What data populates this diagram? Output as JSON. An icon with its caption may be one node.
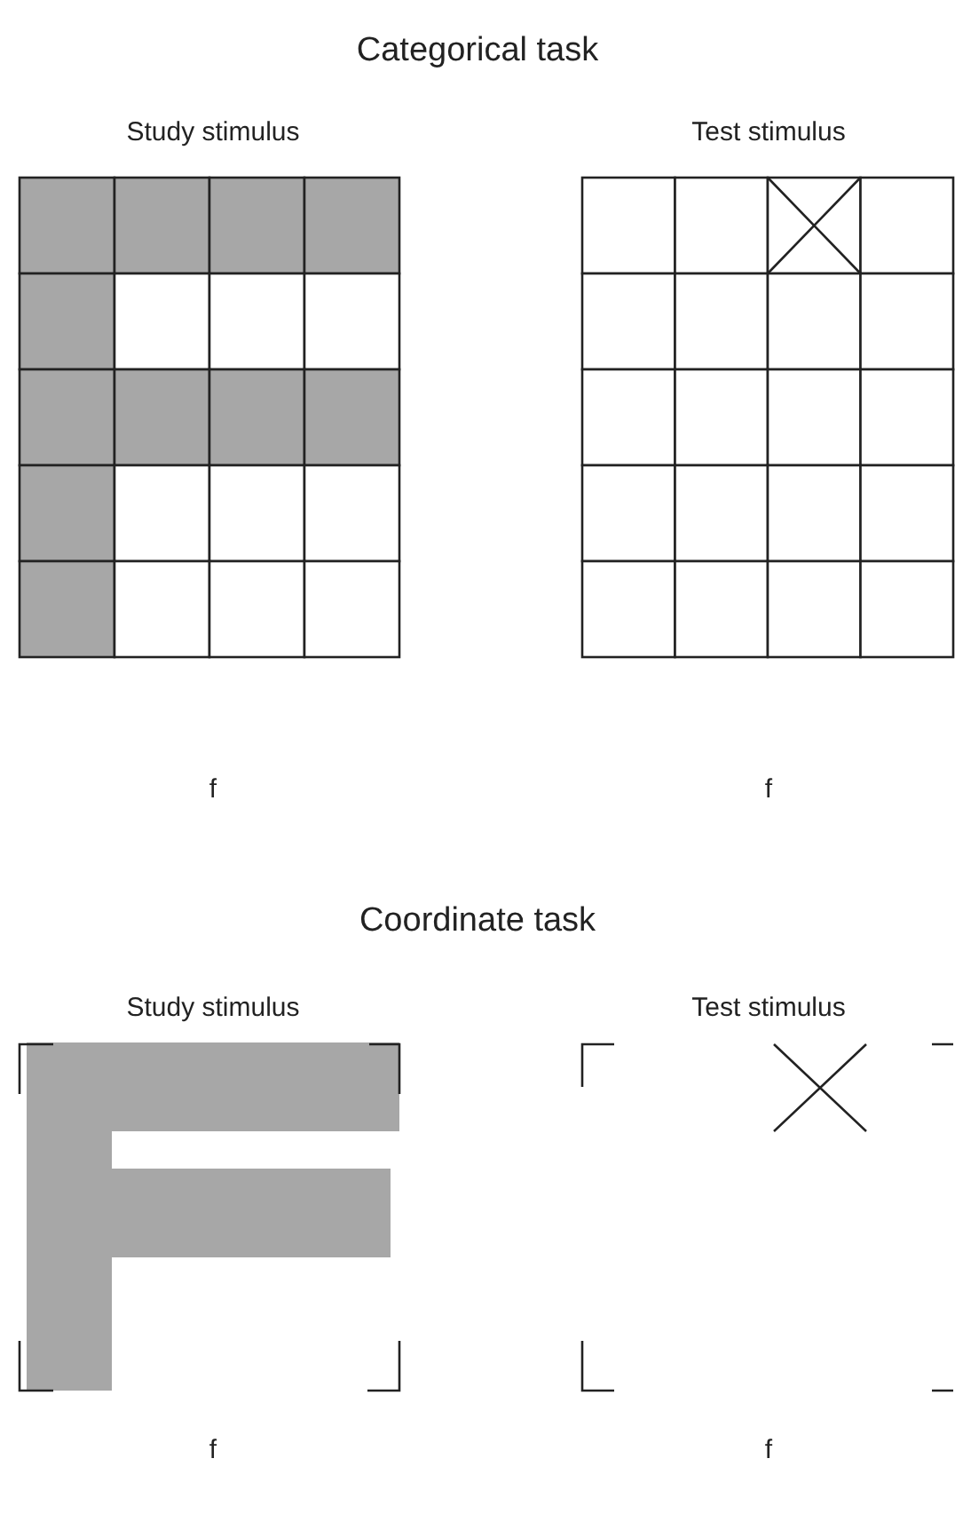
{
  "diagram": {
    "labels": [
      "Categorical task",
      "Study stimulus",
      "Test stimulus",
      "f",
      "f",
      "Coordinate task",
      "Study stimulus",
      "Test stimulus",
      "f",
      "f"
    ]
  }
}
